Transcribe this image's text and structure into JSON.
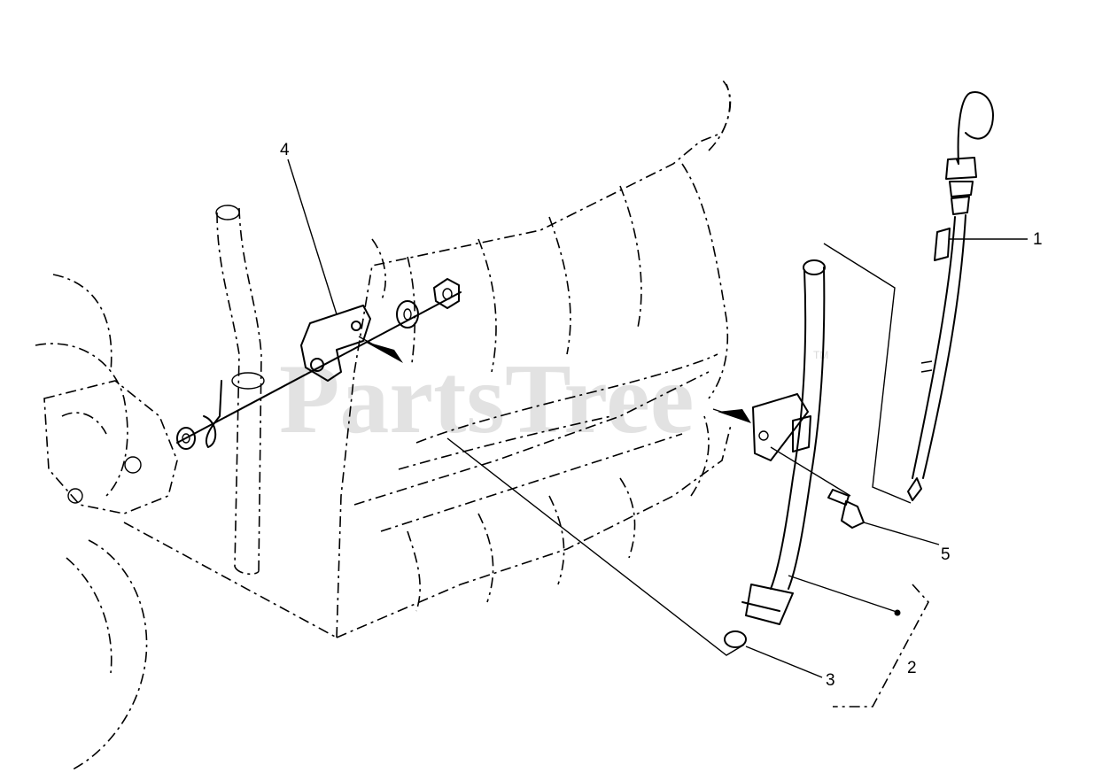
{
  "callouts": {
    "c1": "1",
    "c2": "2",
    "c3": "3",
    "c4": "4",
    "c5": "5"
  },
  "watermark": {
    "text": "PartsTree",
    "tm": "TM"
  }
}
